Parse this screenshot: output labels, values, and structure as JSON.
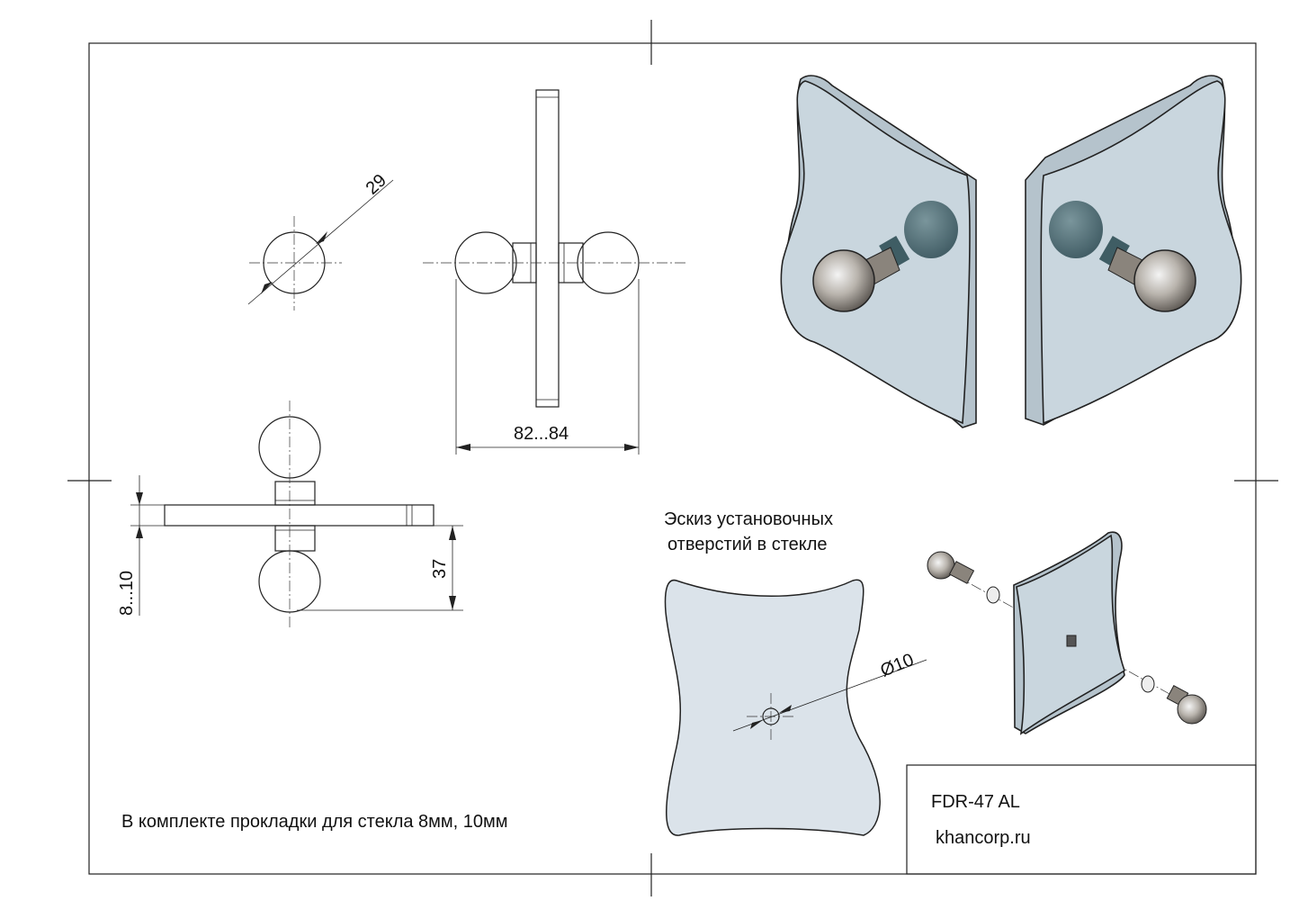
{
  "dimensions": {
    "ball_diameter": "29",
    "overall_length": "82...84",
    "glass_thickness": "8...10",
    "projection": "37",
    "hole_diameter": "Ø10"
  },
  "sketch": {
    "title_line1": "Эскиз установочных",
    "title_line2": "отверстий в стекле"
  },
  "note": "В комплекте прокладки для стекла 8мм, 10мм",
  "title_block": {
    "model": "FDR-47 AL",
    "website": "khancorp.ru"
  }
}
